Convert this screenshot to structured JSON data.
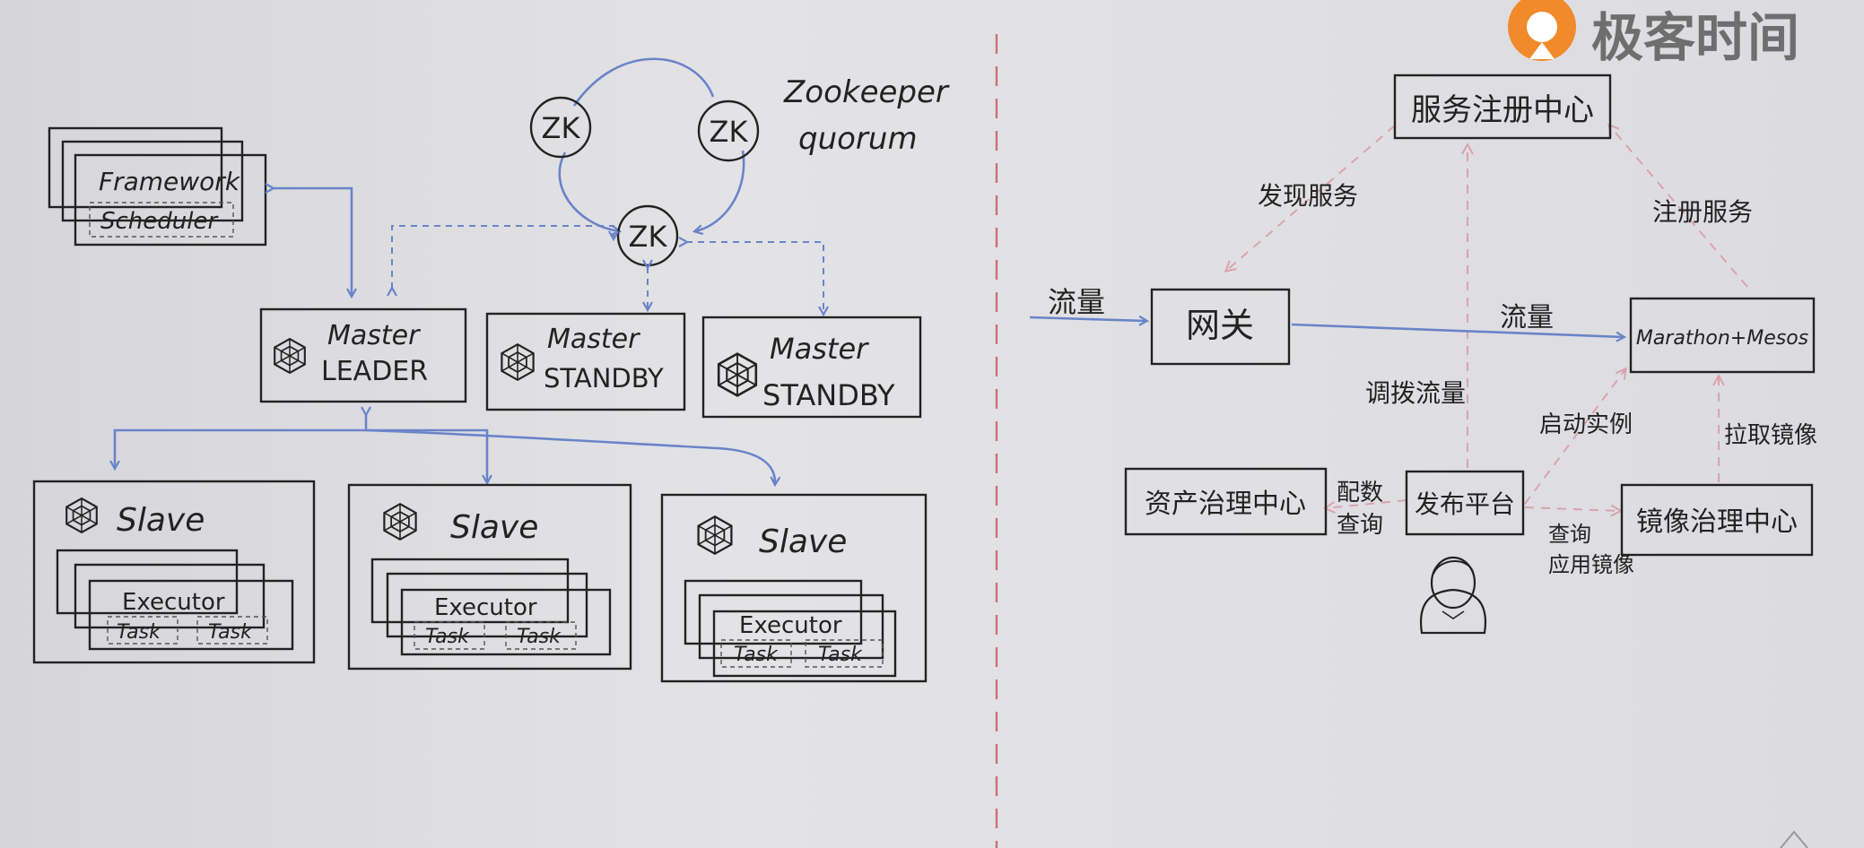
{
  "brand": {
    "name": "极客时间"
  },
  "left": {
    "zookeeper": {
      "nodes": [
        "ZK",
        "ZK",
        "ZK"
      ],
      "label_line1": "Zookeeper",
      "label_line2": "quorum"
    },
    "framework": {
      "title": "Framework",
      "inner": "Scheduler"
    },
    "masters": [
      {
        "line1": "Master",
        "line2": "LEADER"
      },
      {
        "line1": "Master",
        "line2": "STANDBY"
      },
      {
        "line1": "Master",
        "line2": "STANDBY"
      }
    ],
    "slaves": [
      {
        "title": "Slave",
        "executor": "Executor",
        "tasks": [
          "Task",
          "Task"
        ]
      },
      {
        "title": "Slave",
        "executor": "Executor",
        "tasks": [
          "Task",
          "Task"
        ]
      },
      {
        "title": "Slave",
        "executor": "Executor",
        "tasks": [
          "Task",
          "Task"
        ]
      }
    ]
  },
  "right": {
    "nodes": {
      "registry": "服务注册中心",
      "gateway": "网关",
      "marathon": "Marathon+Mesos",
      "asset": "资产治理中心",
      "publish": "发布平台",
      "image": "镜像治理中心"
    },
    "edges": {
      "discover": "发现服务",
      "register": "注册服务",
      "traffic_in": "流量",
      "traffic_main": "流量",
      "adjust": "调拨流量",
      "start": "启动实例",
      "pull": "拉取镜像",
      "config_1": "配数",
      "config_2": "查询",
      "query_1": "查询",
      "query_2": "应用镜像"
    }
  }
}
